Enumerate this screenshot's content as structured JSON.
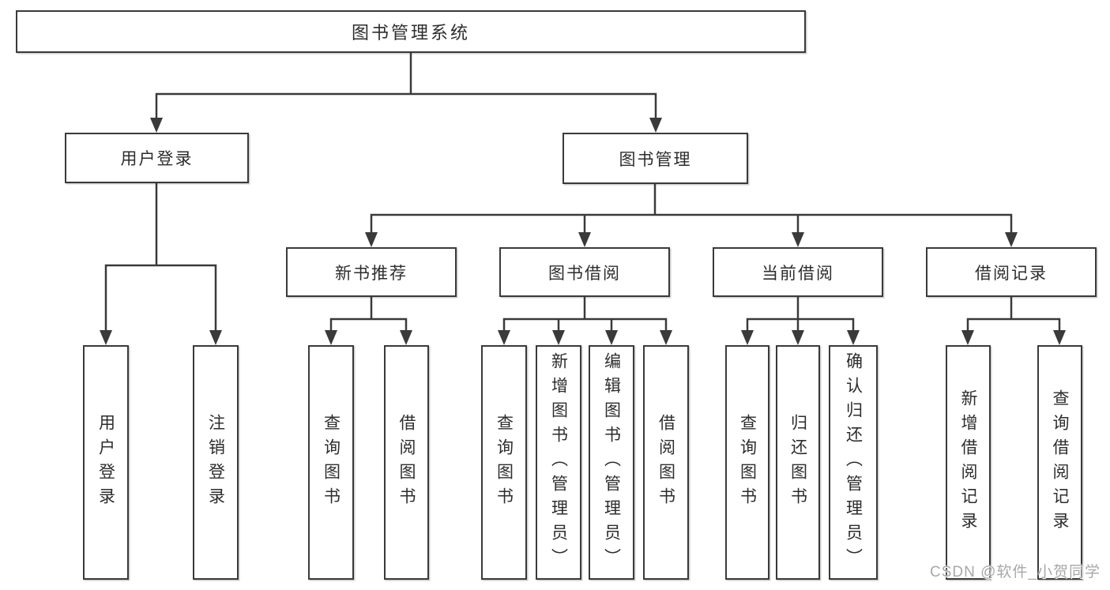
{
  "tree": {
    "root": {
      "label": "图书管理系统",
      "children": [
        {
          "label": "用户登录",
          "children": [
            {
              "label": "用户登录"
            },
            {
              "label": "注销登录"
            }
          ]
        },
        {
          "label": "图书管理",
          "children": [
            {
              "label": "新书推荐",
              "children": [
                {
                  "label": "查询图书"
                },
                {
                  "label": "借阅图书"
                }
              ]
            },
            {
              "label": "图书借阅",
              "children": [
                {
                  "label": "查询图书"
                },
                {
                  "label": "新增图书（管理员）"
                },
                {
                  "label": "编辑图书（管理员）"
                },
                {
                  "label": "借阅图书"
                }
              ]
            },
            {
              "label": "当前借阅",
              "children": [
                {
                  "label": "查询图书"
                },
                {
                  "label": "归还图书"
                },
                {
                  "label": "确认归还（管理员）"
                }
              ]
            },
            {
              "label": "借阅记录",
              "children": [
                {
                  "label": "新增借阅记录"
                },
                {
                  "label": "查询借阅记录"
                }
              ]
            }
          ]
        }
      ]
    }
  },
  "watermark": {
    "text": "CSDN @软件_小贺同学"
  },
  "colors": {
    "line": "#3a3a3a",
    "text": "#2d2d2d",
    "watermark": "#a8a8a8",
    "background": "#ffffff"
  }
}
